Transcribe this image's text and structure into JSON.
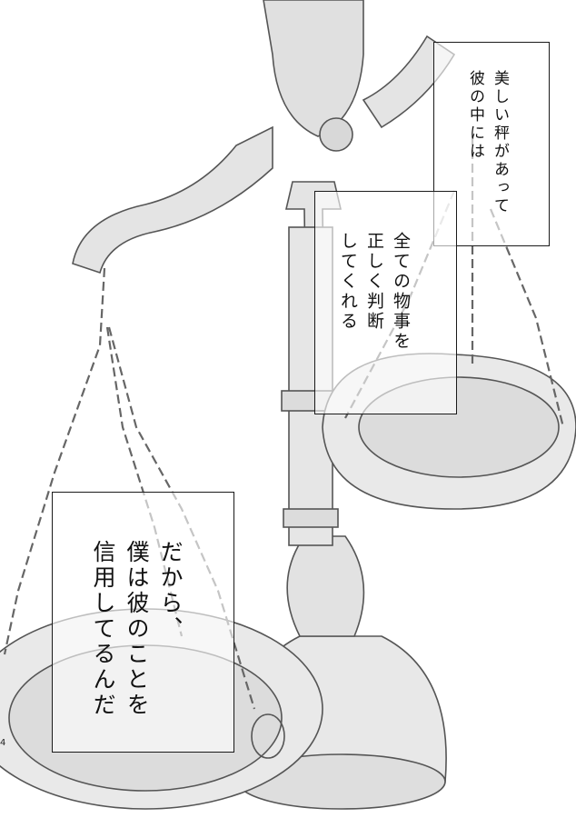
{
  "captions": {
    "box1": {
      "lines": [
        "彼の中には",
        "美しい秤があって"
      ]
    },
    "box2": {
      "lines": [
        "全ての物事を",
        "正しく判断",
        "してくれる"
      ]
    },
    "box3": {
      "lines": [
        "だから、",
        "僕は彼のことを",
        "信用してるんだ"
      ]
    }
  },
  "page_number": "4",
  "art": {
    "subject": "balance-scale-illustration"
  }
}
